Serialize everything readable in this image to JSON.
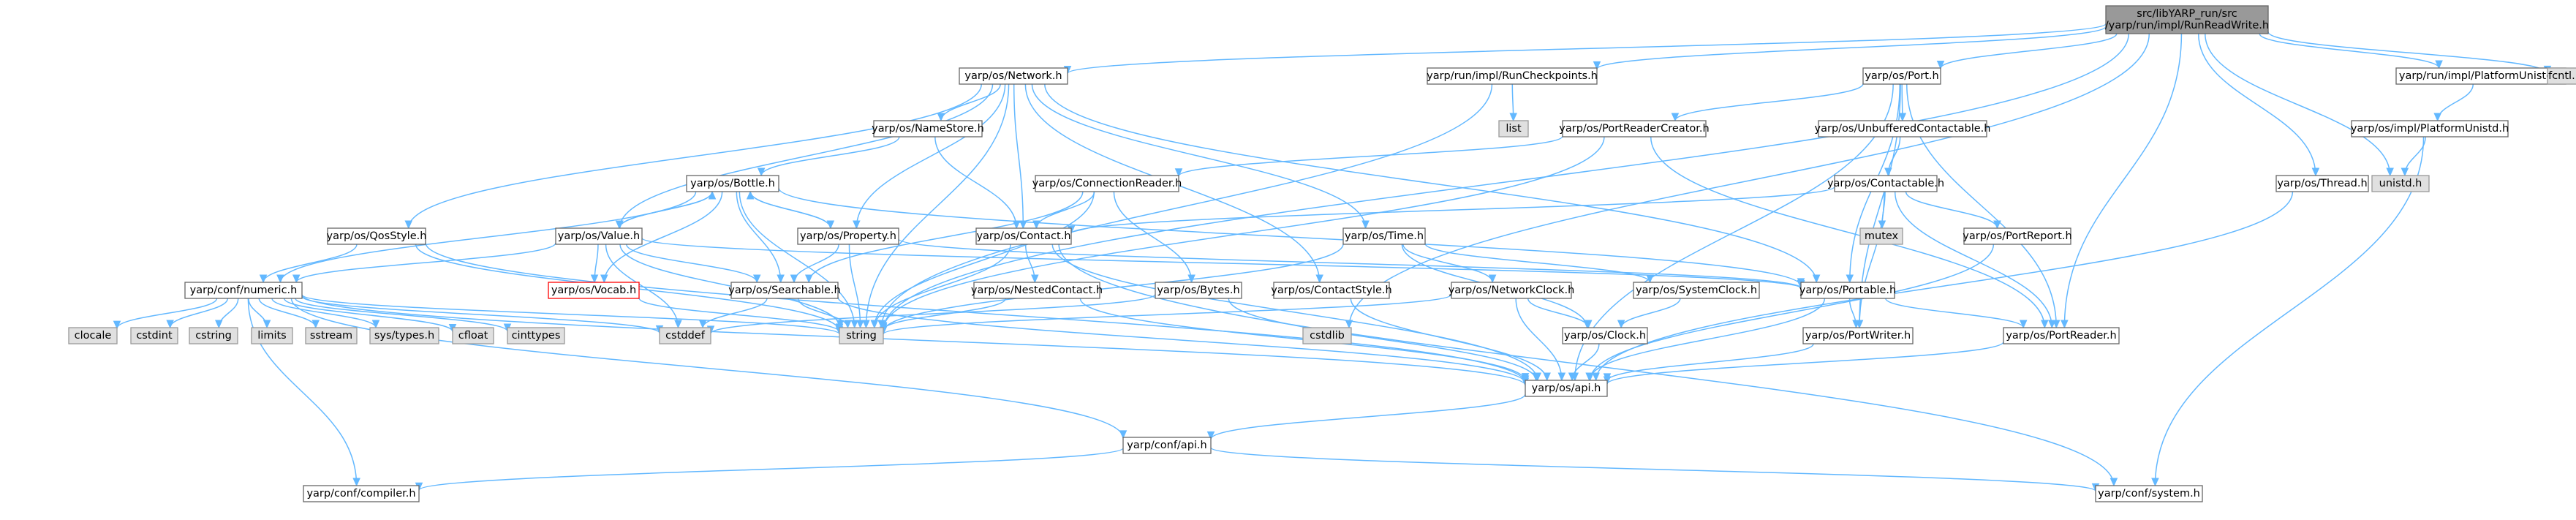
{
  "diagram": {
    "colors": {
      "root_fill": "#999999",
      "node_fill": "#ffffff",
      "system_fill": "#e0e0e0",
      "border": "#666666",
      "missing_border": "#ff0000",
      "edge": "#63b8ff"
    },
    "nodes": {
      "root": {
        "lines": [
          "src/libYARP_run/src",
          "/yarp/run/impl/RunReadWrite.h"
        ],
        "kind": "root"
      },
      "network": {
        "lines": [
          "yarp/os/Network.h"
        ],
        "kind": "normal"
      },
      "runcheck": {
        "lines": [
          "yarp/run/impl/RunCheckpoints.h"
        ],
        "kind": "normal"
      },
      "port": {
        "lines": [
          "yarp/os/Port.h"
        ],
        "kind": "normal"
      },
      "platformunistd": {
        "lines": [
          "yarp/run/impl/PlatformUnistd.h"
        ],
        "kind": "normal"
      },
      "fcntl": {
        "lines": [
          "fcntl.h"
        ],
        "kind": "sys"
      },
      "list": {
        "lines": [
          "list"
        ],
        "kind": "sys"
      },
      "namestore": {
        "lines": [
          "yarp/os/NameStore.h"
        ],
        "kind": "normal"
      },
      "portreadercreator": {
        "lines": [
          "yarp/os/PortReaderCreator.h"
        ],
        "kind": "normal"
      },
      "unbufferedcontactable": {
        "lines": [
          "yarp/os/UnbufferedContactable.h"
        ],
        "kind": "normal"
      },
      "ospaltformunistd": {
        "lines": [
          "yarp/os/impl/PlatformUnistd.h"
        ],
        "kind": "normal"
      },
      "bottle": {
        "lines": [
          "yarp/os/Bottle.h"
        ],
        "kind": "normal"
      },
      "connectionreader": {
        "lines": [
          "yarp/os/ConnectionReader.h"
        ],
        "kind": "normal"
      },
      "contactable": {
        "lines": [
          "yarp/os/Contactable.h"
        ],
        "kind": "normal"
      },
      "thread": {
        "lines": [
          "yarp/os/Thread.h"
        ],
        "kind": "normal"
      },
      "unistd": {
        "lines": [
          "unistd.h"
        ],
        "kind": "sys"
      },
      "qosstyle": {
        "lines": [
          "yarp/os/QosStyle.h"
        ],
        "kind": "normal"
      },
      "value": {
        "lines": [
          "yarp/os/Value.h"
        ],
        "kind": "normal"
      },
      "property": {
        "lines": [
          "yarp/os/Property.h"
        ],
        "kind": "normal"
      },
      "contact": {
        "lines": [
          "yarp/os/Contact.h"
        ],
        "kind": "normal"
      },
      "time": {
        "lines": [
          "yarp/os/Time.h"
        ],
        "kind": "normal"
      },
      "mutex": {
        "lines": [
          "mutex"
        ],
        "kind": "sys"
      },
      "portreport": {
        "lines": [
          "yarp/os/PortReport.h"
        ],
        "kind": "normal"
      },
      "numeric": {
        "lines": [
          "yarp/conf/numeric.h"
        ],
        "kind": "normal"
      },
      "vocab": {
        "lines": [
          "yarp/os/Vocab.h"
        ],
        "kind": "missing"
      },
      "searchable": {
        "lines": [
          "yarp/os/Searchable.h"
        ],
        "kind": "normal"
      },
      "nestedcontact": {
        "lines": [
          "yarp/os/NestedContact.h"
        ],
        "kind": "normal"
      },
      "bytes": {
        "lines": [
          "yarp/os/Bytes.h"
        ],
        "kind": "normal"
      },
      "contactstyle": {
        "lines": [
          "yarp/os/ContactStyle.h"
        ],
        "kind": "normal"
      },
      "networkclock": {
        "lines": [
          "yarp/os/NetworkClock.h"
        ],
        "kind": "normal"
      },
      "systemclock": {
        "lines": [
          "yarp/os/SystemClock.h"
        ],
        "kind": "normal"
      },
      "portable": {
        "lines": [
          "yarp/os/Portable.h"
        ],
        "kind": "normal"
      },
      "clocale": {
        "lines": [
          "clocale"
        ],
        "kind": "sys"
      },
      "cstdint": {
        "lines": [
          "cstdint"
        ],
        "kind": "sys"
      },
      "cstring": {
        "lines": [
          "cstring"
        ],
        "kind": "sys"
      },
      "limits": {
        "lines": [
          "limits"
        ],
        "kind": "sys"
      },
      "sstream": {
        "lines": [
          "sstream"
        ],
        "kind": "sys"
      },
      "systypes": {
        "lines": [
          "sys/types.h"
        ],
        "kind": "sys"
      },
      "cfloat": {
        "lines": [
          "cfloat"
        ],
        "kind": "sys"
      },
      "cinttypes": {
        "lines": [
          "cinttypes"
        ],
        "kind": "sys"
      },
      "cstddef": {
        "lines": [
          "cstddef"
        ],
        "kind": "sys"
      },
      "string": {
        "lines": [
          "string"
        ],
        "kind": "sys"
      },
      "cstdlib": {
        "lines": [
          "cstdlib"
        ],
        "kind": "sys"
      },
      "clock": {
        "lines": [
          "yarp/os/Clock.h"
        ],
        "kind": "normal"
      },
      "portwriter": {
        "lines": [
          "yarp/os/PortWriter.h"
        ],
        "kind": "normal"
      },
      "portreader": {
        "lines": [
          "yarp/os/PortReader.h"
        ],
        "kind": "normal"
      },
      "api": {
        "lines": [
          "yarp/os/api.h"
        ],
        "kind": "normal"
      },
      "confapi": {
        "lines": [
          "yarp/conf/api.h"
        ],
        "kind": "normal"
      },
      "compiler": {
        "lines": [
          "yarp/conf/compiler.h"
        ],
        "kind": "normal"
      },
      "system": {
        "lines": [
          "yarp/conf/system.h"
        ],
        "kind": "normal"
      }
    },
    "edges": [
      [
        "root",
        "network"
      ],
      [
        "root",
        "runcheck"
      ],
      [
        "root",
        "port"
      ],
      [
        "root",
        "platformunistd"
      ],
      [
        "root",
        "fcntl"
      ],
      [
        "root",
        "string"
      ],
      [
        "root",
        "thread"
      ],
      [
        "root",
        "unistd"
      ],
      [
        "root",
        "cstdlib"
      ],
      [
        "root",
        "portreader"
      ],
      [
        "network",
        "namestore"
      ],
      [
        "network",
        "contact"
      ],
      [
        "network",
        "property"
      ],
      [
        "network",
        "value"
      ],
      [
        "network",
        "qosstyle"
      ],
      [
        "network",
        "contactstyle"
      ],
      [
        "network",
        "time"
      ],
      [
        "network",
        "portable"
      ],
      [
        "network",
        "string"
      ],
      [
        "runcheck",
        "list"
      ],
      [
        "runcheck",
        "string"
      ],
      [
        "port",
        "portreadercreator"
      ],
      [
        "port",
        "unbufferedcontactable"
      ],
      [
        "port",
        "portable"
      ],
      [
        "port",
        "portwriter"
      ],
      [
        "port",
        "portreader"
      ],
      [
        "port",
        "api"
      ],
      [
        "platformunistd",
        "ospaltformunistd"
      ],
      [
        "ospaltformunistd",
        "unistd"
      ],
      [
        "ospaltformunistd",
        "system"
      ],
      [
        "namestore",
        "contact"
      ],
      [
        "namestore",
        "bottle"
      ],
      [
        "portreadercreator",
        "connectionreader"
      ],
      [
        "portreadercreator",
        "portreader"
      ],
      [
        "portreadercreator",
        "string"
      ],
      [
        "unbufferedcontactable",
        "contactable"
      ],
      [
        "bottle",
        "value"
      ],
      [
        "bottle",
        "property"
      ],
      [
        "bottle",
        "searchable"
      ],
      [
        "bottle",
        "portable"
      ],
      [
        "bottle",
        "string"
      ],
      [
        "bottle",
        "vocab"
      ],
      [
        "bottle",
        "numeric"
      ],
      [
        "connectionreader",
        "contact"
      ],
      [
        "connectionreader",
        "bytes"
      ],
      [
        "connectionreader",
        "searchable"
      ],
      [
        "connectionreader",
        "string"
      ],
      [
        "contactable",
        "contact"
      ],
      [
        "contactable",
        "mutex"
      ],
      [
        "contactable",
        "portreport"
      ],
      [
        "contactable",
        "portwriter"
      ],
      [
        "contactable",
        "portreader"
      ],
      [
        "thread",
        "api"
      ],
      [
        "qosstyle",
        "numeric"
      ],
      [
        "qosstyle",
        "string"
      ],
      [
        "qosstyle",
        "api"
      ],
      [
        "value",
        "bottle"
      ],
      [
        "value",
        "vocab"
      ],
      [
        "value",
        "searchable"
      ],
      [
        "value",
        "portable"
      ],
      [
        "value",
        "numeric"
      ],
      [
        "value",
        "string"
      ],
      [
        "value",
        "cstddef"
      ],
      [
        "property",
        "bottle"
      ],
      [
        "property",
        "searchable"
      ],
      [
        "property",
        "string"
      ],
      [
        "property",
        "portable"
      ],
      [
        "contact",
        "nestedcontact"
      ],
      [
        "contact",
        "string"
      ],
      [
        "contact",
        "system"
      ],
      [
        "contact",
        "api"
      ],
      [
        "time",
        "networkclock"
      ],
      [
        "time",
        "systemclock"
      ],
      [
        "time",
        "clock"
      ],
      [
        "time",
        "string"
      ],
      [
        "portreport",
        "api"
      ],
      [
        "numeric",
        "clocale"
      ],
      [
        "numeric",
        "cstdint"
      ],
      [
        "numeric",
        "cstring"
      ],
      [
        "numeric",
        "limits"
      ],
      [
        "numeric",
        "sstream"
      ],
      [
        "numeric",
        "systypes"
      ],
      [
        "numeric",
        "cfloat"
      ],
      [
        "numeric",
        "cinttypes"
      ],
      [
        "numeric",
        "cstddef"
      ],
      [
        "numeric",
        "string"
      ],
      [
        "numeric",
        "api"
      ],
      [
        "numeric",
        "confapi"
      ],
      [
        "numeric",
        "compiler"
      ],
      [
        "vocab",
        "string"
      ],
      [
        "searchable",
        "string"
      ],
      [
        "searchable",
        "cstddef"
      ],
      [
        "searchable",
        "api"
      ],
      [
        "nestedcontact",
        "string"
      ],
      [
        "nestedcontact",
        "api"
      ],
      [
        "bytes",
        "cstddef"
      ],
      [
        "bytes",
        "api"
      ],
      [
        "contactstyle",
        "api"
      ],
      [
        "networkclock",
        "clock"
      ],
      [
        "networkclock",
        "string"
      ],
      [
        "networkclock",
        "api"
      ],
      [
        "systemclock",
        "clock"
      ],
      [
        "portable",
        "portwriter"
      ],
      [
        "portable",
        "portreader"
      ],
      [
        "portable",
        "api"
      ],
      [
        "clock",
        "api"
      ],
      [
        "portwriter",
        "api"
      ],
      [
        "portreader",
        "api"
      ],
      [
        "api",
        "confapi"
      ],
      [
        "confapi",
        "compiler"
      ],
      [
        "confapi",
        "system"
      ]
    ]
  }
}
